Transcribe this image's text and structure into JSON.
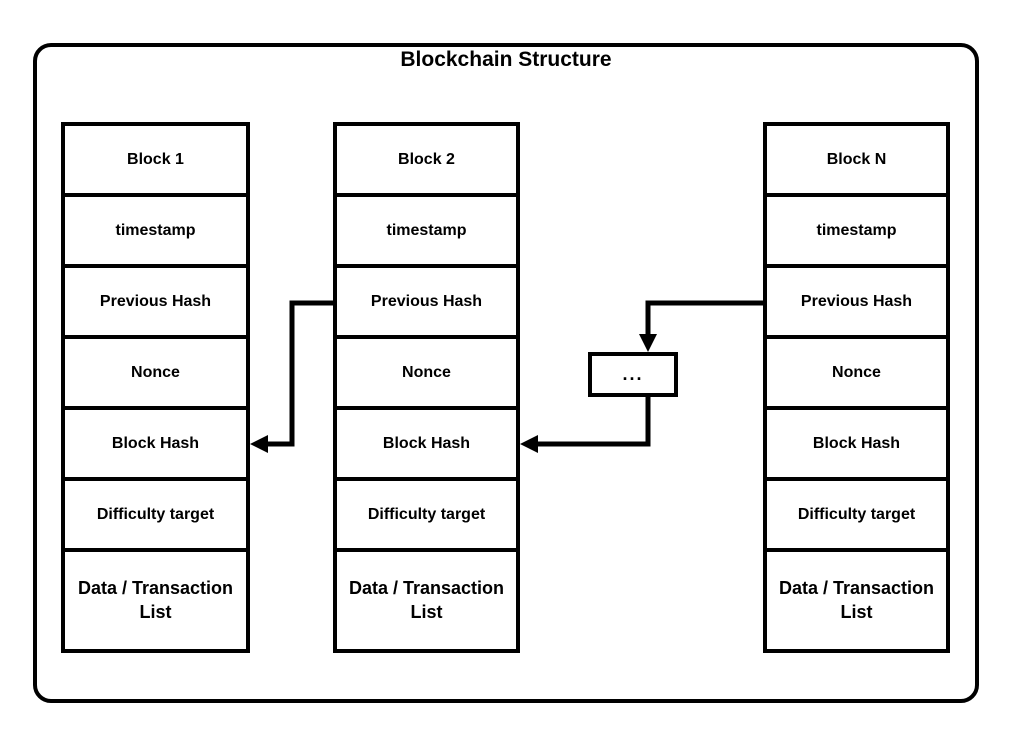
{
  "title": "Blockchain Structure",
  "blocks": [
    {
      "name": "Block 1",
      "fields": [
        "timestamp",
        "Previous Hash",
        "Nonce",
        "Block Hash",
        "Difficulty target",
        "Data / Transaction List"
      ]
    },
    {
      "name": "Block 2",
      "fields": [
        "timestamp",
        "Previous Hash",
        "Nonce",
        "Block Hash",
        "Difficulty target",
        "Data / Transaction List"
      ]
    },
    {
      "name": "Block N",
      "fields": [
        "timestamp",
        "Previous Hash",
        "Nonce",
        "Block Hash",
        "Difficulty target",
        "Data / Transaction List"
      ]
    }
  ],
  "connector": {
    "ellipsis_label": "..."
  },
  "colors": {
    "line": "#000000",
    "background": "#ffffff"
  }
}
